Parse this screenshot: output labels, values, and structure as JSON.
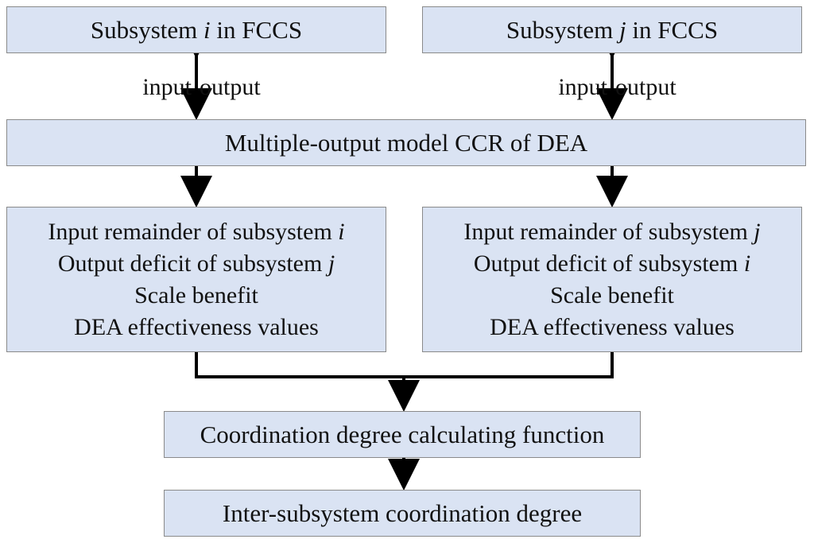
{
  "top_left": {
    "pre": "Subsystem ",
    "var": "i",
    "post": " in FCCS"
  },
  "top_right": {
    "pre": "Subsystem ",
    "var": "j",
    "post": " in FCCS"
  },
  "arrow_labels": {
    "input": "input",
    "output": "output"
  },
  "dea_model": "Multiple-output model CCR of DEA",
  "result_left": {
    "line1": {
      "text": "Input remainder of subsystem ",
      "var": "i"
    },
    "line2": {
      "text": "Output deficit of subsystem ",
      "var": "j"
    },
    "line3": "Scale benefit",
    "line4": "DEA effectiveness values"
  },
  "result_right": {
    "line1": {
      "text": "Input remainder of subsystem ",
      "var": "j"
    },
    "line2": {
      "text": "Output deficit of subsystem ",
      "var": "i"
    },
    "line3": "Scale benefit",
    "line4": "DEA effectiveness values"
  },
  "function_box": "Coordination degree calculating function",
  "result_box": "Inter-subsystem coordination degree",
  "colors": {
    "box_fill": "#dae3f3",
    "box_border": "#8a8a8a",
    "connector": "#000000"
  }
}
